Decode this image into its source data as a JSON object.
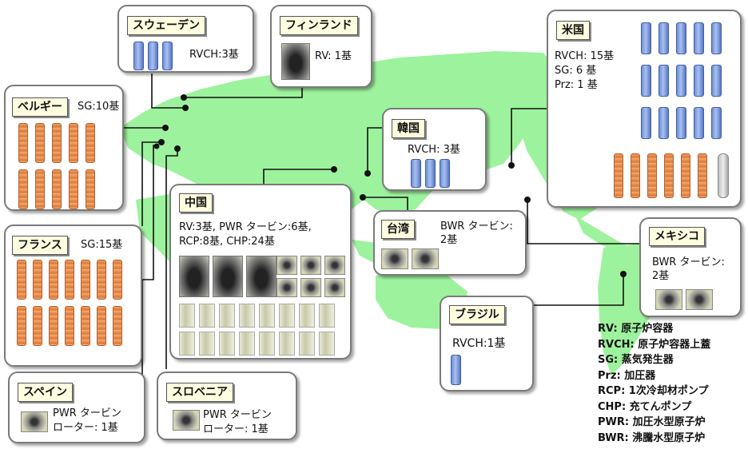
{
  "colors": {
    "map": "#9df29d",
    "border": "#7a7a7a",
    "title_bg": "#fffde0",
    "line": "#111111"
  },
  "countries": {
    "sweden": {
      "title": "スウェーデン",
      "note": "RVCH:3基"
    },
    "finland": {
      "title": "フィンランド",
      "note": "RV: 1基"
    },
    "belgium": {
      "title": "ベルギー",
      "note": "SG:10基"
    },
    "korea": {
      "title": "韓国",
      "note": "RVCH: 3基"
    },
    "usa": {
      "title": "米国",
      "note_lines": [
        "RVCH: 15基",
        "SG: 6 基",
        "Prz: 1 基"
      ]
    },
    "china": {
      "title": "中国",
      "note_lines": [
        "RV:3基, PWR タービン:6基,",
        "RCP:8基, CHP:24基"
      ]
    },
    "taiwan": {
      "title": "台湾",
      "note_lines": [
        "BWR タービン:",
        "2基"
      ]
    },
    "mexico": {
      "title": "メキシコ",
      "note_lines": [
        "BWR タービン:",
        "2基"
      ]
    },
    "france": {
      "title": "フランス",
      "note": "SG:15基"
    },
    "brazil": {
      "title": "ブラジル",
      "note": "RVCH:1基"
    },
    "spain": {
      "title": "スペイン",
      "note_lines": [
        "PWR タービン",
        "ローター: 1基"
      ]
    },
    "slovenia": {
      "title": "スロベニア",
      "note_lines": [
        "PWR タービン",
        "ローター: 1基"
      ]
    }
  },
  "legend": [
    "RV: 原子炉容器",
    "RVCH: 原子炉容器上蓋",
    "SG: 蒸気発生器",
    "Prz: 加圧器",
    "RCP: 1次冷却材ポンプ",
    "CHP: 充てんポンプ",
    "PWR: 加圧水型原子炉",
    "BWR: 沸騰水型原子炉"
  ]
}
